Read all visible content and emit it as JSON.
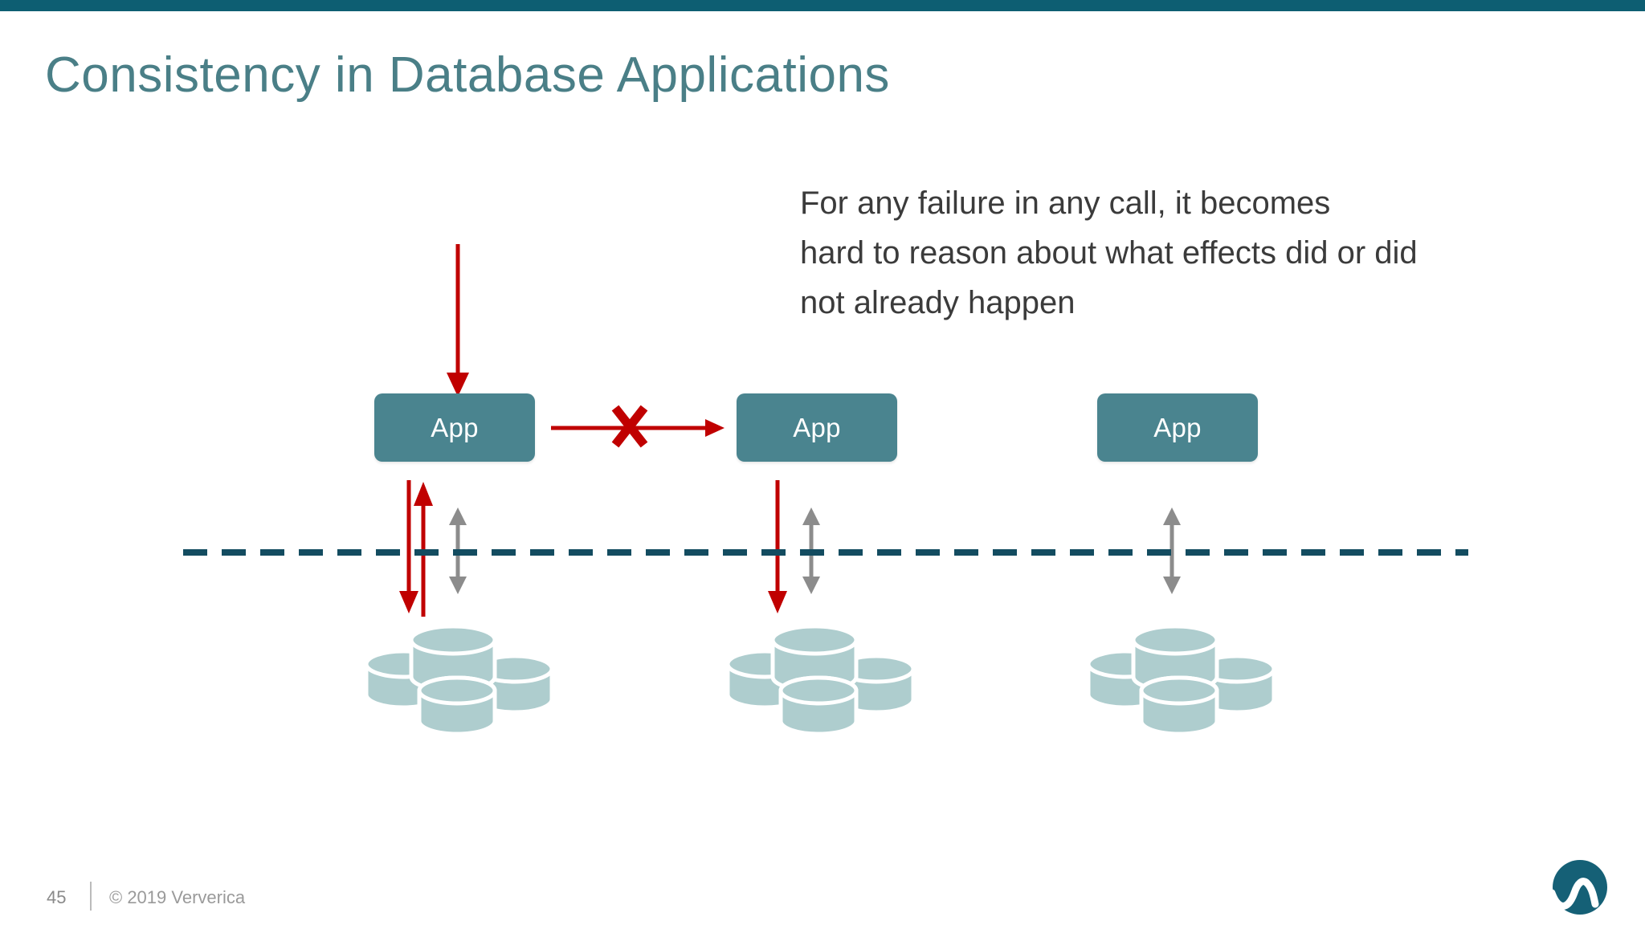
{
  "slide": {
    "title": "Consistency in Database Applications",
    "accent_color": "#0D5E72",
    "title_color": "#4A7F87"
  },
  "callout": {
    "line1": "For any failure in any call, it becomes",
    "line2": "hard to reason about what effects did or did",
    "line3": "not already happen",
    "text_color": "#3B3B3B"
  },
  "diagram": {
    "app_boxes": [
      {
        "label": "App",
        "name": "app-box-1"
      },
      {
        "label": "App",
        "name": "app-box-2"
      },
      {
        "label": "App",
        "name": "app-box-3"
      }
    ],
    "app_box_color": "#4A848F",
    "app_label_color": "#FFFFFF",
    "failure_marker": "X",
    "failure_marker_color": "#C00000",
    "call_arrow_color": "#C00000",
    "db_arrow_color": "#8C8C8C",
    "boundary_line_color": "#134C60",
    "database_color": "#AECDCE",
    "databases": [
      {
        "name": "database-cluster-1"
      },
      {
        "name": "database-cluster-2"
      },
      {
        "name": "database-cluster-3"
      }
    ]
  },
  "footer": {
    "page_number": "45",
    "copyright": "© 2019 Ververica",
    "logo_color": "#156076"
  }
}
